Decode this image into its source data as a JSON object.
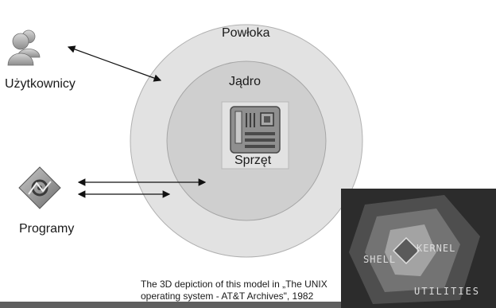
{
  "labels": {
    "shell": "Powłoka",
    "kernel": "Jądro",
    "hardware": "Sprzęt",
    "users": "Użytkownicy",
    "programs": "Programy"
  },
  "caption": {
    "line1": "The 3D depiction of this model in „The UNIX",
    "line2": "operating system - AT&T Archives\", 1982"
  },
  "inset": {
    "shell": "SHELL",
    "kernel": "KERNEL",
    "utilities": "UTILITIES"
  },
  "icons": {
    "users": "users-icon",
    "programs": "program-icon",
    "hardware": "motherboard-icon"
  },
  "colors": {
    "outer_circle": "#e2e2e2",
    "inner_circle": "#cfcfcf",
    "chip": "#8a8a8a",
    "inset_bg": "#2c2c2c"
  }
}
